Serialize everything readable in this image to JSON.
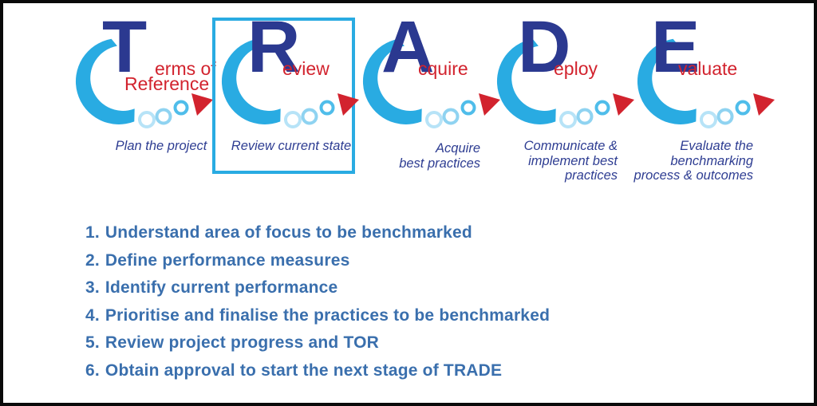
{
  "colors": {
    "navy": "#2b3990",
    "red": "#d2232e",
    "cyan": "#29abe2",
    "indigo": "#2e3d92",
    "list_blue": "#3a6fad",
    "dot_light": "#b7e3f7",
    "dot_mid": "#8fd3f1",
    "dot_dark": "#4fbdea",
    "frame": "#0a0a0a"
  },
  "diagram": {
    "stages": [
      {
        "slug": "terms-of-reference",
        "letter": "T",
        "word_lines": [
          "erms of",
          "Reference"
        ],
        "caption_lines": [
          "Plan the project"
        ],
        "highlighted": false
      },
      {
        "slug": "review",
        "letter": "R",
        "word_lines": [
          "eview"
        ],
        "caption_lines": [
          "Review current state"
        ],
        "highlighted": true
      },
      {
        "slug": "acquire",
        "letter": "A",
        "word_lines": [
          "cquire"
        ],
        "caption_lines": [
          "Acquire",
          "best practices"
        ],
        "highlighted": false
      },
      {
        "slug": "deploy",
        "letter": "D",
        "word_lines": [
          "eploy"
        ],
        "caption_lines": [
          "Communicate &",
          "implement best",
          "practices"
        ],
        "highlighted": false
      },
      {
        "slug": "evaluate",
        "letter": "E",
        "word_lines": [
          "valuate"
        ],
        "caption_lines": [
          "Evaluate the",
          "benchmarking",
          "process & outcomes"
        ],
        "highlighted": false
      }
    ]
  },
  "steps": {
    "items": [
      {
        "number": "1.",
        "text": "Understand area of focus to be benchmarked"
      },
      {
        "number": "2.",
        "text": "Define performance measures"
      },
      {
        "number": "3.",
        "text": "Identify current performance"
      },
      {
        "number": "4.",
        "text": "Prioritise and finalise the practices to be benchmarked"
      },
      {
        "number": "5.",
        "text": "Review project progress and TOR"
      },
      {
        "number": "6.",
        "text": "Obtain approval to start the next stage of TRADE"
      }
    ]
  }
}
